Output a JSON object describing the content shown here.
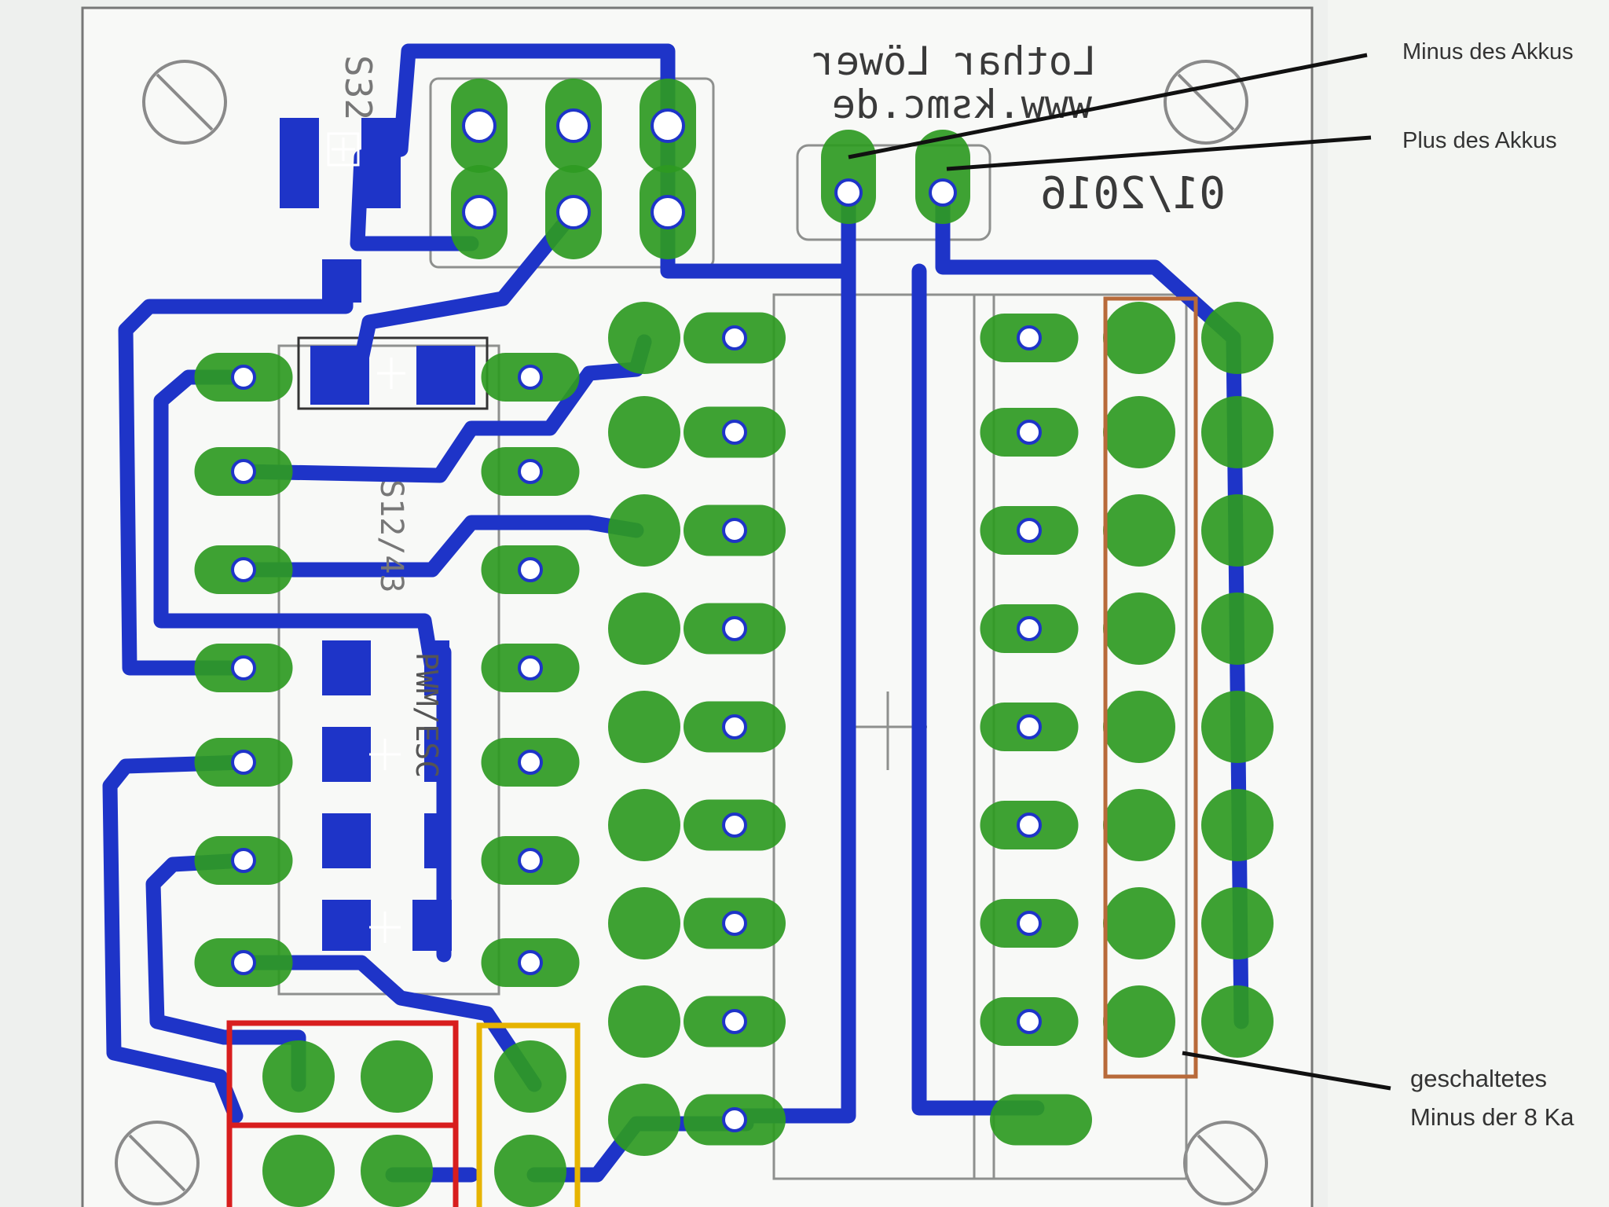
{
  "board": {
    "mirrored_text": {
      "author": "Lothar Löwer",
      "website": "www.ksmc.de",
      "date": "01/2016",
      "part_top": "S32",
      "part_middle": "S12/43",
      "part_lower": "PWM/ESC"
    }
  },
  "annotations": {
    "minus": "Minus des Akkus",
    "plus": "Plus des Akkus",
    "switched_line1": "geschaltetes",
    "switched_line2": "Minus der 8 Ka"
  },
  "colors": {
    "paper": "#f7f8f6",
    "copper_trace": "#1e34c8",
    "pad": "#2e9a22",
    "pad_dark": "#1d7a19",
    "silkscreen": "#8e908e",
    "outline": "#7a7a7a",
    "highlight_red": "#d81e1e",
    "highlight_yellow": "#e6b400",
    "highlight_brown": "#b86a3a",
    "callout": "#111111"
  }
}
